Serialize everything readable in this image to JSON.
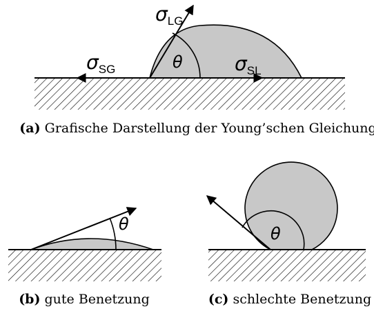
{
  "panel_a": {
    "label": "(a)",
    "caption": "Grafische Darstellung der Young’schen Gleichung",
    "sigma_symbol": "σ",
    "sub_LG": "LG",
    "sub_SG": "SG",
    "sub_SL": "SL",
    "theta": "θ"
  },
  "panel_b": {
    "label": "(b)",
    "caption": "gute Benetzung",
    "theta": "θ"
  },
  "panel_c": {
    "label": "(c)",
    "caption": "schlechte Benetzung",
    "theta": "θ"
  },
  "colors": {
    "droplet_fill": "#c8c8c8",
    "line": "#000000"
  }
}
